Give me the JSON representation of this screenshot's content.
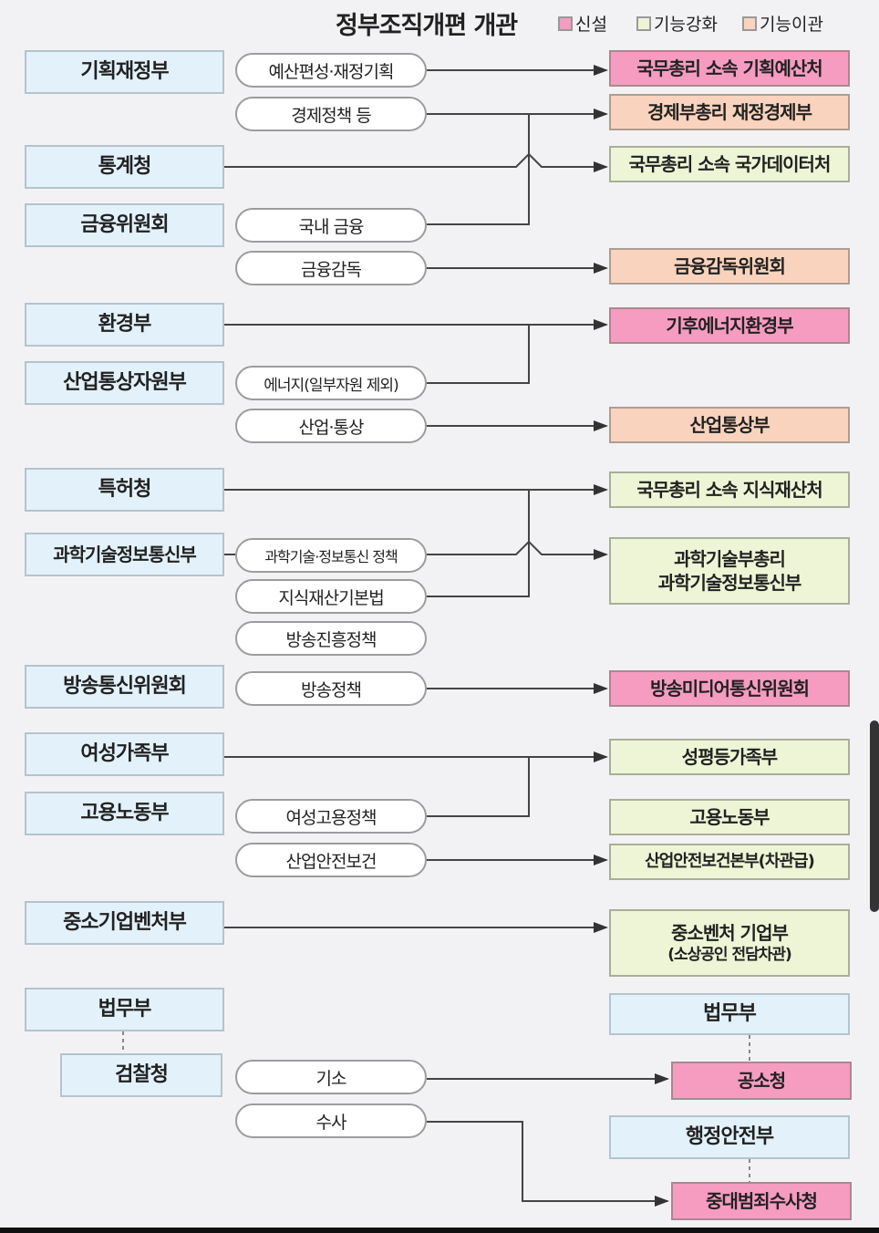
{
  "title": "정부조직개편 개관",
  "legend": [
    {
      "label": "신설",
      "color": "#f59cc0"
    },
    {
      "label": "기능강화",
      "color": "#eef5d6"
    },
    {
      "label": "기능이관",
      "color": "#f9d3bd"
    }
  ],
  "before": [
    "기획재정부",
    "통계청",
    "금융위원회",
    "환경부",
    "산업통상자원부",
    "특허청",
    "과학기술정보통신부",
    "방송통신위원회",
    "여성가족부",
    "고용노동부",
    "중소기업벤처부",
    "법무부",
    "검찰청"
  ],
  "functions": [
    "예산편성·재정기획",
    "경제정책 등",
    "국내 금융",
    "금융감독",
    "에너지(일부자원 제외)",
    "산업·통상",
    "과학기술·정보통신 정책",
    "지식재산기본법",
    "방송진흥정책",
    "방송정책",
    "여성고용정책",
    "산업안전보건",
    "기소",
    "수사"
  ],
  "after": [
    {
      "label": "국무총리 소속 기획예산처",
      "type": "신설"
    },
    {
      "label": "경제부총리 재정경제부",
      "type": "기능이관"
    },
    {
      "label": "국무총리 소속 국가데이터처",
      "type": "기능강화"
    },
    {
      "label": "금융감독위원회",
      "type": "기능이관"
    },
    {
      "label": "기후에너지환경부",
      "type": "신설"
    },
    {
      "label": "산업통상부",
      "type": "기능이관"
    },
    {
      "label": "국무총리 소속 지식재산처",
      "type": "기능강화"
    },
    {
      "label": "과학기술부총리",
      "label2": "과학기술정보통신부",
      "type": "기능강화"
    },
    {
      "label": "방송미디어통신위원회",
      "type": "신설"
    },
    {
      "label": "성평등가족부",
      "type": "기능강화"
    },
    {
      "label": "고용노동부",
      "type": "기능강화"
    },
    {
      "label": "산업안전보건본부(차관급)",
      "type": "기능강화"
    },
    {
      "label": "중소벤처 기업부",
      "label2": "(소상공인 전담차관)",
      "type": "기능강화"
    },
    {
      "label": "법무부",
      "type": "기존"
    },
    {
      "label": "공소청",
      "type": "신설"
    },
    {
      "label": "행정안전부",
      "type": "기존"
    },
    {
      "label": "중대범죄수사청",
      "type": "신설"
    }
  ]
}
